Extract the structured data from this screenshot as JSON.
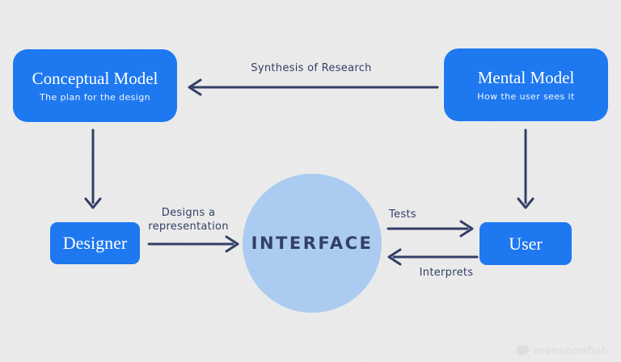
{
  "diagram": {
    "nodes": {
      "conceptual_model": {
        "title": "Conceptual Model",
        "subtitle": "The plan for the design"
      },
      "mental_model": {
        "title": "Mental Model",
        "subtitle": "How the user sees it"
      },
      "designer": {
        "title": "Designer"
      },
      "user": {
        "title": "User"
      },
      "interface": {
        "title": "INTERFACE"
      }
    },
    "edges": {
      "synthesis": {
        "label": "Synthesis of Research",
        "from": "Mental Model",
        "to": "Conceptual Model"
      },
      "designs": {
        "label_line1": "Designs a",
        "label_line2": "representation",
        "from": "Designer",
        "to": "Interface"
      },
      "tests": {
        "label": "Tests",
        "from": "Interface",
        "to": "User"
      },
      "interprets": {
        "label": "Interprets",
        "from": "User",
        "to": "Interface"
      },
      "conceptual_to_designer": {
        "from": "Conceptual Model",
        "to": "Designer"
      },
      "mental_to_user": {
        "from": "Mental Model",
        "to": "User"
      }
    },
    "colors": {
      "node_blue": "#1e78f0",
      "circle_blue": "#abccf0",
      "arrow_navy": "#333f66",
      "background": "#ededed",
      "node_text": "#ffffff",
      "watermark": "#e0e0e0"
    }
  },
  "watermark": {
    "text": "monsoonfish"
  }
}
